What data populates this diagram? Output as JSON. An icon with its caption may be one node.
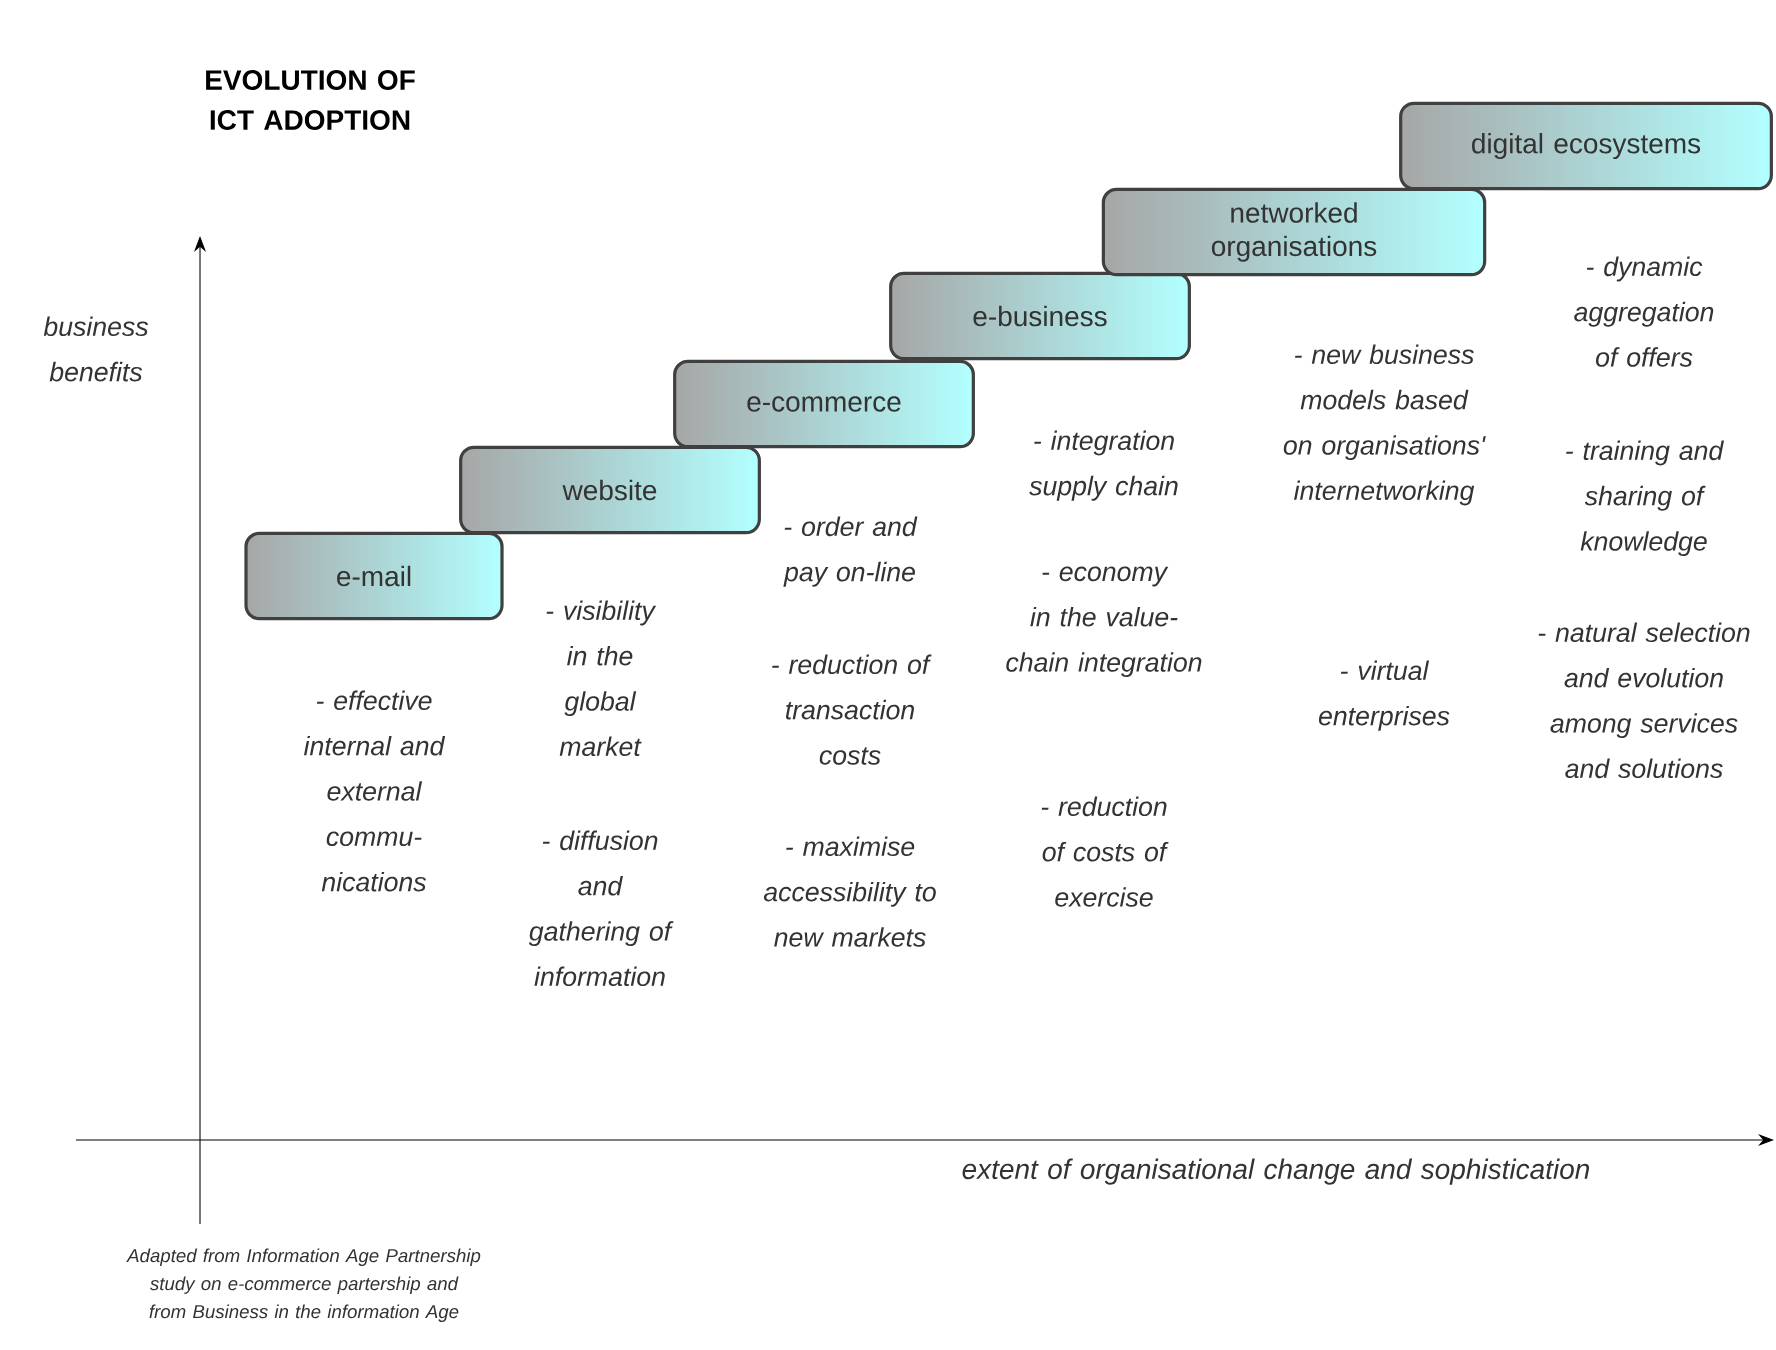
{
  "diagram": {
    "title": "EVOLUTION OF ICT ADOPTION",
    "nodes": [
      {
        "text": [
          "e-mail"
        ]
      },
      {
        "text": [
          "website"
        ]
      },
      {
        "text": [
          "e-commerce"
        ]
      },
      {
        "text": [
          "e-business"
        ]
      },
      {
        "text": [
          "networked organisations"
        ]
      },
      {
        "text": [
          "digital ecosystems"
        ]
      }
    ],
    "labels": [
      "business benefits",
      "- dynamic aggregation of offers",
      "- new business models based on organisations' internetworking",
      "- training and sharing of knowledge",
      "- integration supply chain",
      "- order and pay on-line",
      "- economy in the value- chain integration",
      "- visibility in the global market",
      "- natural selection and evolution among services and solutions",
      "- virtual enterprises",
      "- effective internal and external commu- nications",
      "- reduction of transaction costs",
      "- reduction of costs of exercise",
      "- diffusion and gathering of information",
      "- maximise accessibility to new markets",
      "extent of organisational change and sophistication",
      "Adapted from Information Age Partnership study on e-commerce partership and from Business in the information Age"
    ]
  }
}
